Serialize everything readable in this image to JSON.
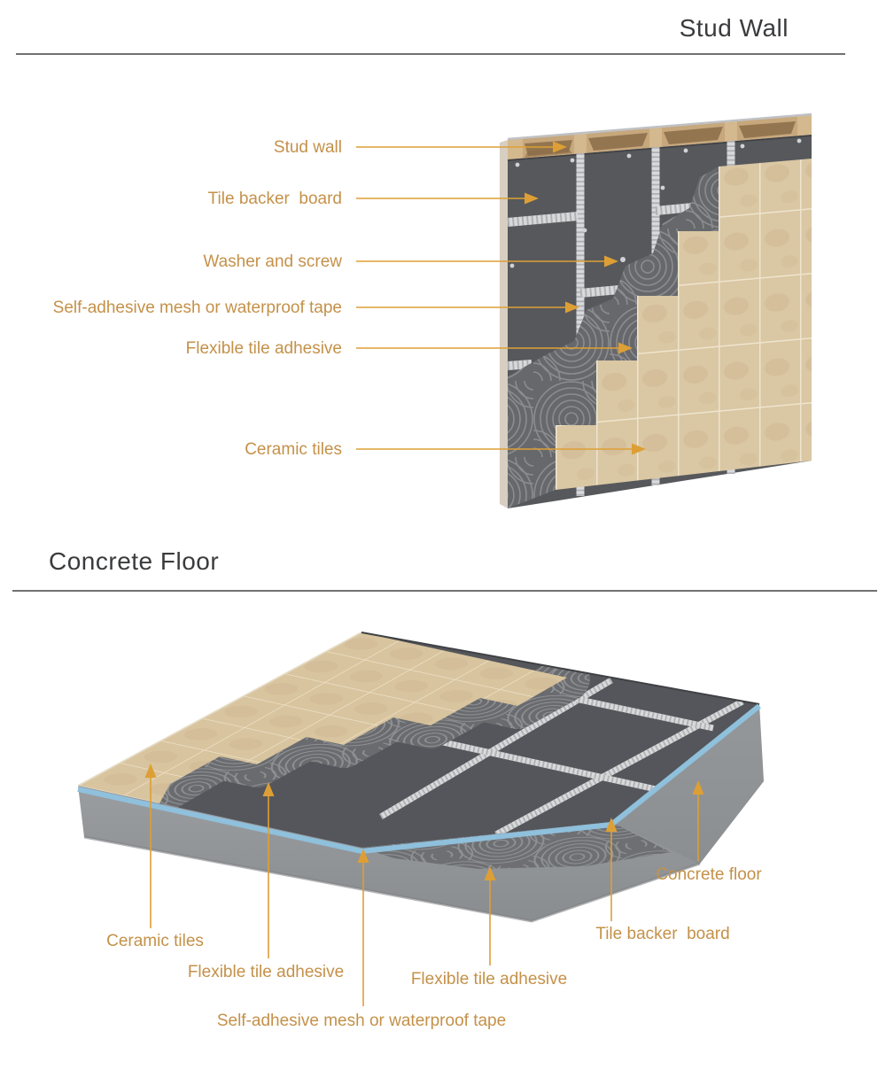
{
  "palette": {
    "label_text": "#C49149",
    "arrow": "#DD9F35",
    "title_text": "#3A3B3D",
    "rule": "#6F7173",
    "ceramic_tile": "#D9C6A2",
    "grout": "#EDE3CC",
    "backer_board": "#55575B",
    "adhesive_swirl": "#6A6C6F",
    "mesh_tape": "#D8D9DB",
    "wood_stud": "#C7A77C",
    "board_edge_blue": "#8FC0DC",
    "concrete": "#979A9D"
  },
  "stud_wall": {
    "title": "Stud Wall",
    "labels": {
      "stud_wall": "Stud wall",
      "tile_backer_board": "Tile backer  board",
      "washer_and_screw": "Washer and screw",
      "mesh_tape": "Self-adhesive mesh or waterproof tape",
      "flexible_tile_adhesive": "Flexible tile adhesive",
      "ceramic_tiles": "Ceramic tiles"
    }
  },
  "concrete_floor": {
    "title": "Concrete Floor",
    "labels": {
      "ceramic_tiles": "Ceramic tiles",
      "flexible_tile_adhesive_left": "Flexible tile adhesive",
      "mesh_tape": "Self-adhesive mesh or waterproof tape",
      "flexible_tile_adhesive_right": "Flexible tile adhesive",
      "tile_backer_board": "Tile backer  board",
      "concrete_floor": "Concrete floor"
    }
  }
}
